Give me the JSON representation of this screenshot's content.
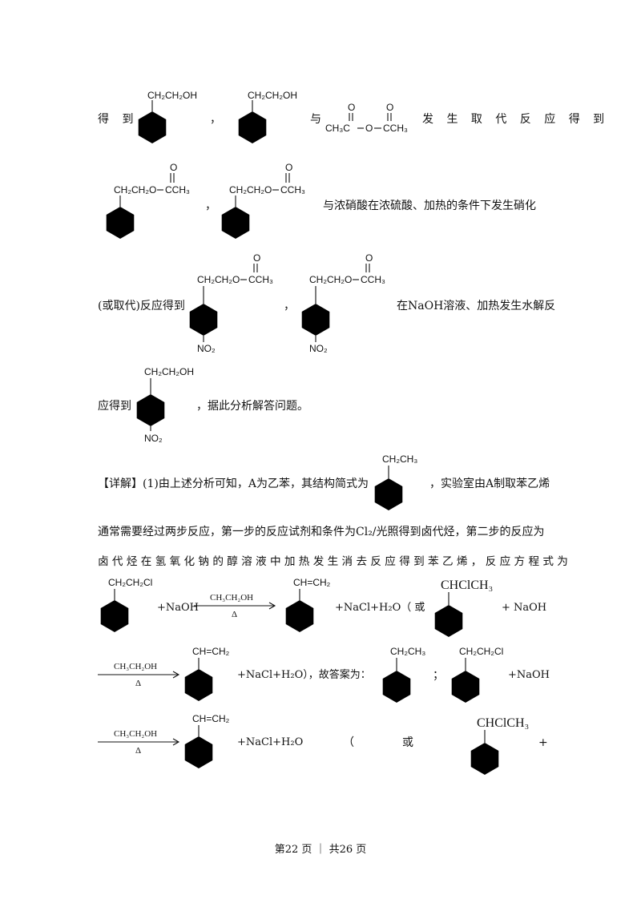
{
  "text": {
    "p1_de_dao": "得 到",
    "p1_comma": "，",
    "p1_yu": "与",
    "p1_tail": "发 生 取 代 反 应 得 到",
    "p2_comma": "，",
    "p2_tail": "与浓硝酸在浓硫酸、加热的条件下发生硝化",
    "p3_head": "(或取代)反应得到",
    "p3_comma": "，",
    "p3_tail": "在NaOH溶液、加热发生水解反",
    "p4_head": "应得到",
    "p4_tail": "，据此分析解答问题。",
    "p5_head": "【详解】(1)由上述分析可知，A为乙苯，其结构简式为",
    "p5_tail": "，实验室由A制取苯乙烯",
    "p6": "通常需要经过两步反应，第一步的反应试剂和条件为Cl₂/光照得到卤代烃，第二步的反应为",
    "p7": "卤 代 烃 在 氢 氧 化 钠 的 醇 溶 液 中 加 热 发 生 消 去 反 应 得 到 苯 乙 烯 ， 反 应 方 程 式 为",
    "r1_naoh": "+NaOH",
    "r1_nacl": "+NaCl+H₂O（ 或",
    "r1_plus_naoh": "+ NaOH",
    "r2_nacl": "+NaCl+H₂O），故答案为：",
    "r2_semicolon": "；",
    "r2_naoh": "+NaOH",
    "r3_nacl": "+NaCl+H₂O",
    "r3_paren": "（",
    "r3_or": "或",
    "r3_plus": "+"
  },
  "labels": {
    "ch2ch2oh": "CH₂CH₂OH",
    "ch3c": "CH₃C",
    "o_link": "O",
    "cch3": "CCH₃",
    "o_top": "O",
    "ch2ch2o": "CH₂CH₂O",
    "no2": "NO₂",
    "ch2ch3": "CH₂CH₃",
    "ch2ch2cl": "CH₂CH₂Cl",
    "chch2": "CH=CH₂",
    "chclch3": "CHClCH₃"
  },
  "arrow": {
    "reagent": "CH₃CH₂OH",
    "condition": "Δ"
  },
  "footer": {
    "page": "第22 页 ｜ 共26 页"
  }
}
